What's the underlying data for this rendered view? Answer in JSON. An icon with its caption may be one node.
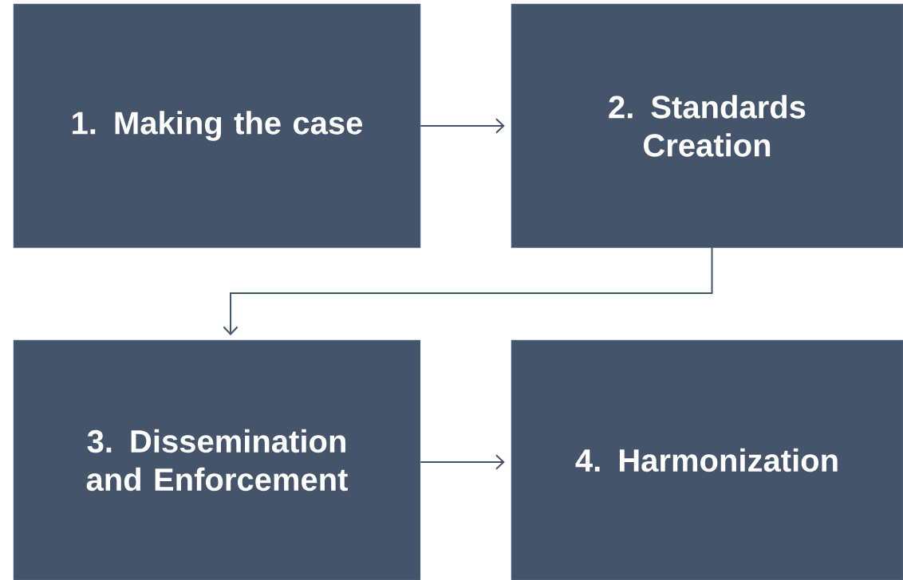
{
  "diagram": {
    "nodes": [
      {
        "text": [
          "1. Making the case"
        ]
      },
      {
        "text": [
          "2. Standards Creation"
        ]
      },
      {
        "text": [
          "3. Dissemination and Enforcement"
        ]
      },
      {
        "text": [
          "4. Harmonization"
        ]
      }
    ],
    "edges": [
      {
        "from": 0,
        "to": 1,
        "arrow": "to"
      },
      {
        "from": 1,
        "to": 2,
        "arrow": "to"
      },
      {
        "from": 2,
        "to": 3,
        "arrow": "to"
      }
    ]
  }
}
